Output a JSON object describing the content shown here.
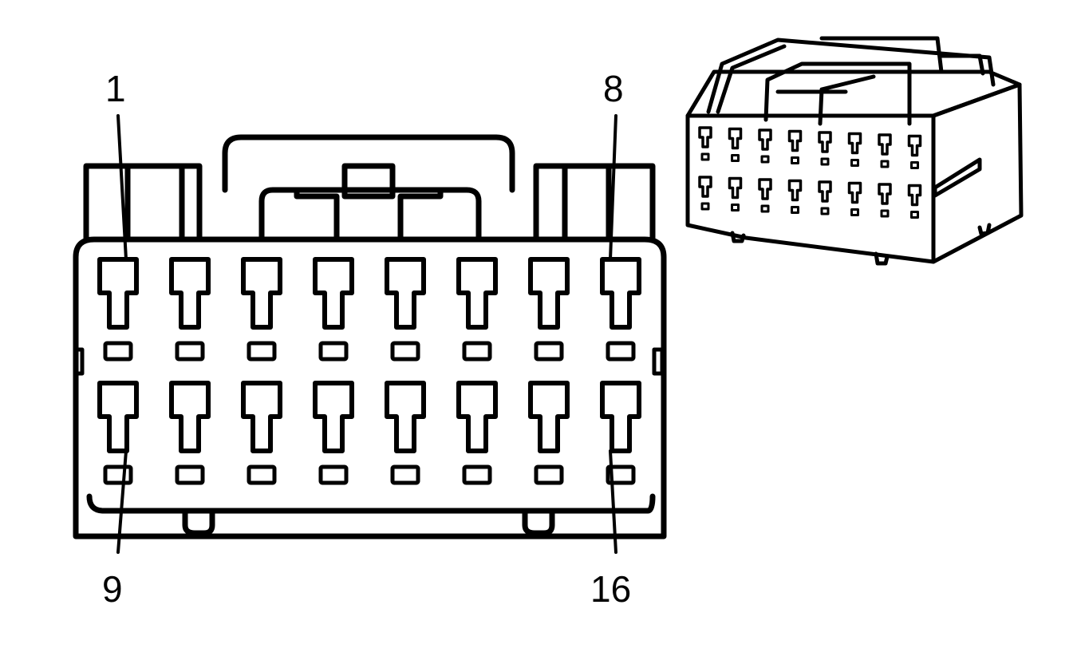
{
  "pin_labels": {
    "top_left": "1",
    "top_right": "8",
    "bottom_left": "9",
    "bottom_right": "16"
  },
  "connector": {
    "rows": 2,
    "pins_per_row": 8,
    "line_color": "#000000",
    "background_color": "#ffffff"
  }
}
